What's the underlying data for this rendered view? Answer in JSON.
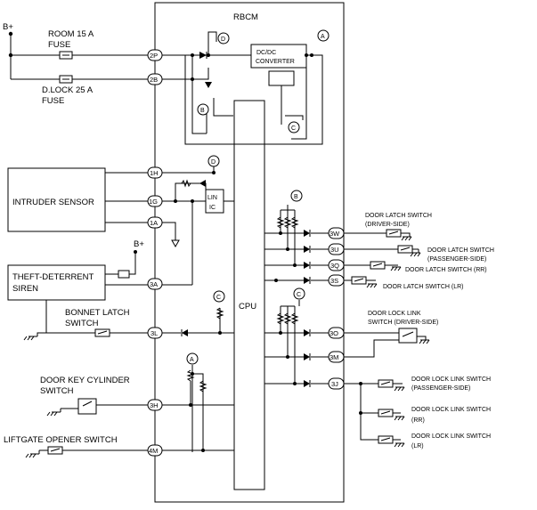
{
  "module": {
    "title": "RBCM",
    "cpu": "CPU",
    "dcdc_line1": "DC/DC",
    "dcdc_line2": "CONVERTER",
    "lin_line1": "LIN",
    "lin_line2": "IC"
  },
  "power": {
    "bplus": "B+",
    "bplus2": "B+"
  },
  "fuses": {
    "room_line1": "ROOM 15 A",
    "room_line2": "FUSE",
    "dlock_line1": "D.LOCK 25 A",
    "dlock_line2": "FUSE"
  },
  "components": {
    "intruder": "INTRUDER SENSOR",
    "siren_line1": "THEFT-DETERRENT",
    "siren_line2": "SIREN",
    "bonnet_line1": "BONNET LATCH",
    "bonnet_line2": "SWITCH",
    "keycyl_line1": "DOOR KEY CYLINDER",
    "keycyl_line2": "SWITCH",
    "liftgate": "LIFTGATE OPENER SWITCH",
    "dls_driver_line1": "DOOR LATCH SWITCH",
    "dls_driver_line2": "(DRIVER-SIDE)",
    "dls_pass_line1": "DOOR LATCH SWITCH",
    "dls_pass_line2": "(PASSENGER-SIDE)",
    "dls_rr": "DOOR LATCH SWITCH (RR)",
    "dls_lr": "DOOR LATCH SWITCH (LR)",
    "dlk_driver_line1": "DOOR LOCK LINK",
    "dlk_driver_line2": "SWITCH (DRIVER-SIDE)",
    "dlk_pass_line1": "DOOR LOCK LINK SWITCH",
    "dlk_pass_line2": "(PASSENGER-SIDE)",
    "dlk_rr_line1": "DOOR LOCK LINK SWITCH",
    "dlk_rr_line2": "(RR)",
    "dlk_lr_line1": "DOOR LOCK LINK SWITCH",
    "dlk_lr_line2": "(LR)"
  },
  "pins": [
    "2P",
    "2B",
    "1H",
    "1G",
    "1A",
    "3A",
    "3L",
    "3H",
    "4M",
    "3W",
    "3U",
    "3Q",
    "3S",
    "3O",
    "3M",
    "3J"
  ],
  "refs": [
    "A",
    "B",
    "C",
    "D"
  ]
}
